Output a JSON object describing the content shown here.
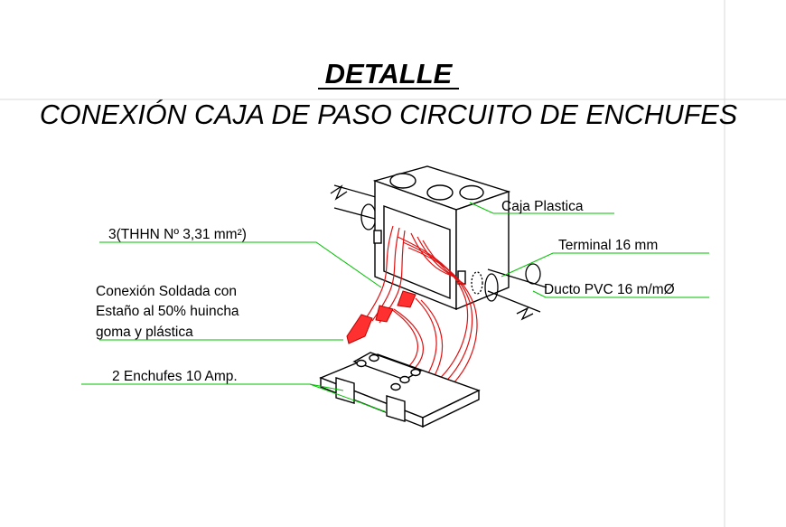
{
  "title": "DETALLE",
  "subtitle": "CONEXIÓN CAJA DE PASO CIRCUITO DE ENCHUFES",
  "labels": {
    "box": "Caja Plastica",
    "terminal": "Terminal 16 mm",
    "duct": "Ducto PVC 16 m/mØ",
    "wires": "3(THHN Nº 3,31 mm²)",
    "solder_line1": "Conexión Soldada con",
    "solder_line2": "Estaño al 50% huincha",
    "solder_line3": "goma y plástica",
    "outlets": "2 Enchufes 10 Amp."
  },
  "colors": {
    "line": "#000000",
    "leader": "#00c000",
    "wire": "#e01010",
    "wire_fill": "#ffd6d6",
    "guide": "#d8d8d8"
  }
}
